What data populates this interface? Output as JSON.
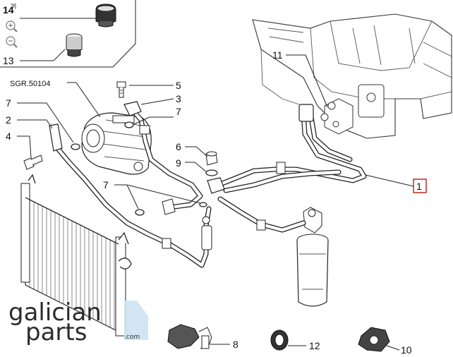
{
  "toolbar": {
    "page_label": "14"
  },
  "watermark": {
    "line1": "galician",
    "line2": "parts",
    "suffix": ".com"
  },
  "diagram": {
    "reference_code": "SGR.50104",
    "callouts": [
      {
        "id": "1",
        "highlighted": true
      },
      {
        "id": "2"
      },
      {
        "id": "3"
      },
      {
        "id": "4"
      },
      {
        "id": "5"
      },
      {
        "id": "6"
      },
      {
        "id": "7"
      },
      {
        "id": "8"
      },
      {
        "id": "9"
      },
      {
        "id": "10"
      },
      {
        "id": "11"
      },
      {
        "id": "12"
      },
      {
        "id": "13"
      }
    ],
    "highlight_color": "#c0392b"
  },
  "icons": [
    "zoom-in-icon",
    "zoom-out-icon",
    "page-corner-icon"
  ]
}
